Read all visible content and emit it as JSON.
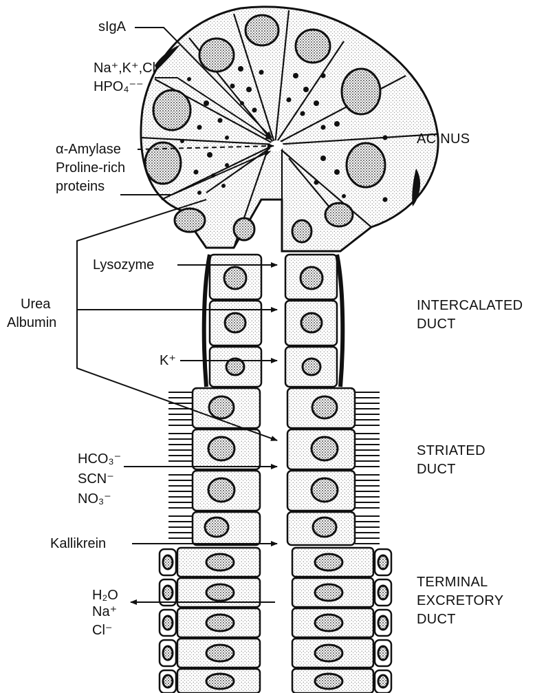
{
  "labels": {
    "siga": "sIgA",
    "ions_1": "Na⁺,K⁺,Cl⁻",
    "ions_2": "HPO₄⁻⁻",
    "amylase": "α-Amylase",
    "proline_1": "Proline-rich",
    "proline_2": "proteins",
    "lysozyme": "Lysozyme",
    "urea": "Urea",
    "albumin": "Albumin",
    "k": "K⁺",
    "hco3": "HCO₃⁻",
    "scn": "SCN⁻",
    "no3": "NO₃⁻",
    "kallikrein": "Kallikrein",
    "h2o": "H₂O",
    "na": "Na⁺",
    "cl": "Cl⁻"
  },
  "sections": {
    "acinus": "ACINUS",
    "intercalated_1": "INTERCALATED",
    "intercalated_2": "DUCT",
    "striated_1": "STRIATED",
    "striated_2": "DUCT",
    "terminal_1": "TERMINAL",
    "terminal_2": "EXCRETORY",
    "terminal_3": "DUCT"
  },
  "colors": {
    "ink": "#111111",
    "paper": "#ffffff",
    "stipple": "#f2f2f2"
  }
}
